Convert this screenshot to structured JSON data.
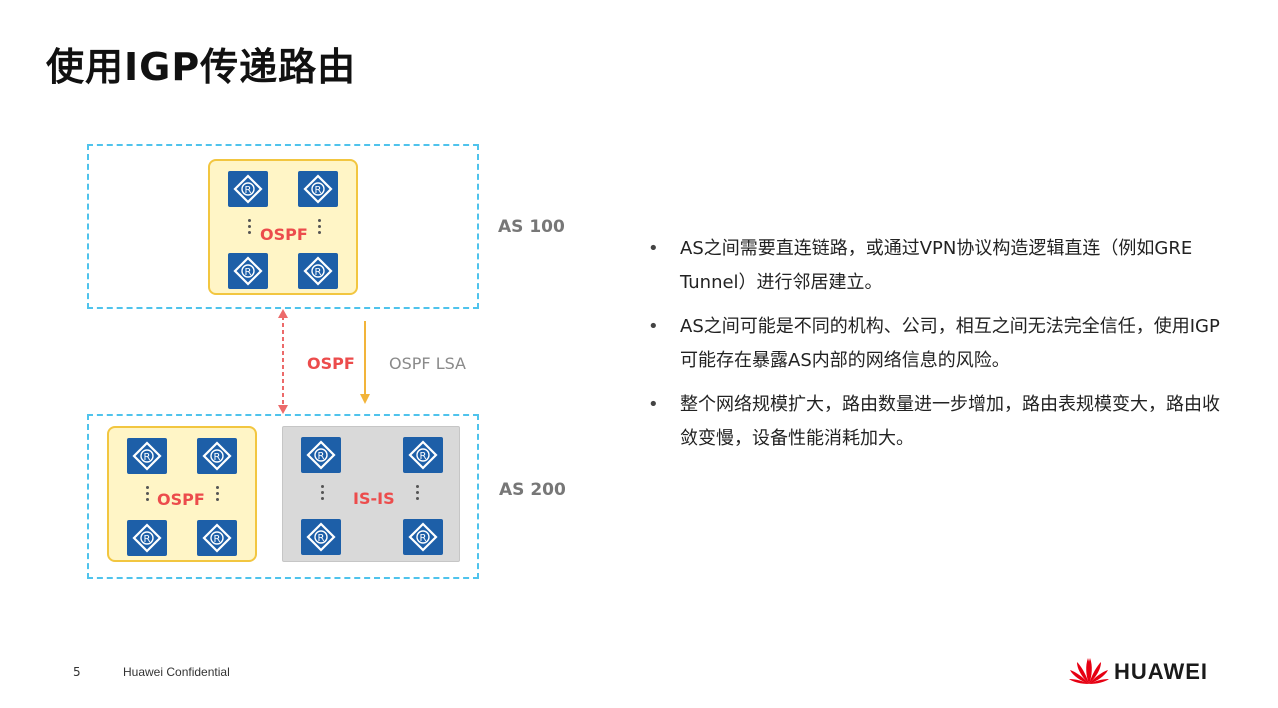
{
  "slide": {
    "title": "使用IGP传递路由"
  },
  "diagram": {
    "as100_label": "AS 100",
    "as200_label": "AS 200",
    "area_ospf_top": "OSPF",
    "area_ospf_bottom": "OSPF",
    "area_isis": "IS-IS",
    "link_ospf_label": "OSPF",
    "link_lsa_label": "OSPF LSA",
    "router_glyph": "R",
    "colors": {
      "as_border": "#4fc3ec",
      "ospf_fill": "#fff5c6",
      "ospf_border": "#f2c640",
      "isis_fill": "#d9d9d9",
      "router_fill": "#1d5fa8",
      "ospf_text": "#ec4c4c",
      "ospf_link": "#ec6a6a",
      "lsa_arrow": "#f2b43a"
    }
  },
  "bullets": [
    "AS之间需要直连链路，或通过VPN协议构造逻辑直连（例如GRE Tunnel）进行邻居建立。",
    "AS之间可能是不同的机构、公司，相互之间无法完全信任，使用IGP可能存在暴露AS内部的网络信息的风险。",
    "整个网络规模扩大，路由数量进一步增加，路由表规模变大，路由收敛变慢，设备性能消耗加大。"
  ],
  "footer": {
    "page_number": "5",
    "confidential": "Huawei Confidential",
    "logo_text": "HUAWEI",
    "logo_icon": "huawei-petal-logo"
  }
}
